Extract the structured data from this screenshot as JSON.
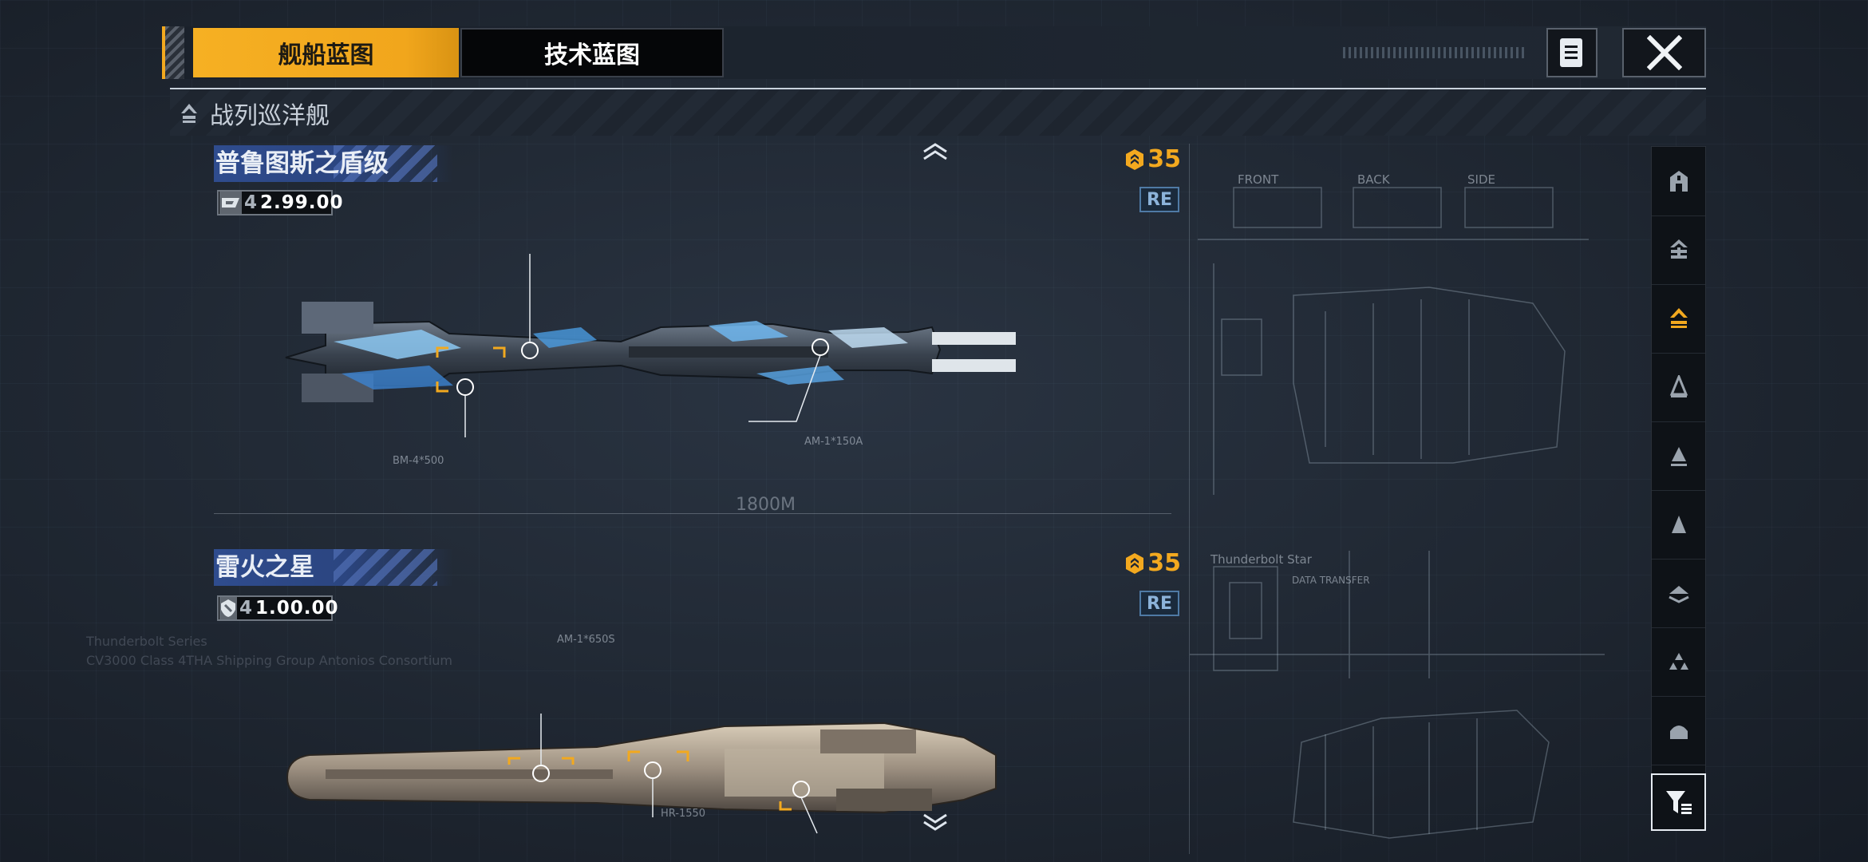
{
  "tabs": [
    {
      "label": "舰船蓝图",
      "active": true
    },
    {
      "label": "技术蓝图",
      "active": false
    }
  ],
  "category": {
    "title": "战列巡洋舰"
  },
  "ships": [
    {
      "name": "普鲁图斯之盾级",
      "price_prefix": "4",
      "price": "2.99.00",
      "level": "35",
      "badge": "RE",
      "callouts": [
        "AM-1*150A",
        "BM-4*500"
      ],
      "scale": "1800M"
    },
    {
      "name": "雷火之星",
      "price_prefix": "4",
      "price": "1.00.00",
      "level": "35",
      "badge": "RE",
      "callouts": [
        "AM-1*650S",
        "HR-1550"
      ],
      "scale": ""
    }
  ],
  "blueprint_captions": {
    "top_views": [
      "FRONT",
      "BACK",
      "SIDE"
    ],
    "second_title": "Thunderbolt Star",
    "data_transfer": "DATA TRANSFER"
  },
  "background_text": [
    "Thunderbolt Series",
    "CV3000 Class 4THA Shipping Group Antonios Consortium"
  ],
  "sidebar": {
    "items": [
      "station-icon",
      "battleship-icon",
      "battlecruiser-icon",
      "cruiser-icon",
      "destroyer-icon",
      "frigate-icon",
      "carrier-icon",
      "squadron-icon",
      "base-icon"
    ],
    "active_index": 2,
    "filter": "filter-icon"
  },
  "colors": {
    "accent": "#f2a91f",
    "badge_blue": "#4f7aa5",
    "name_band": "#2f4c8e"
  }
}
